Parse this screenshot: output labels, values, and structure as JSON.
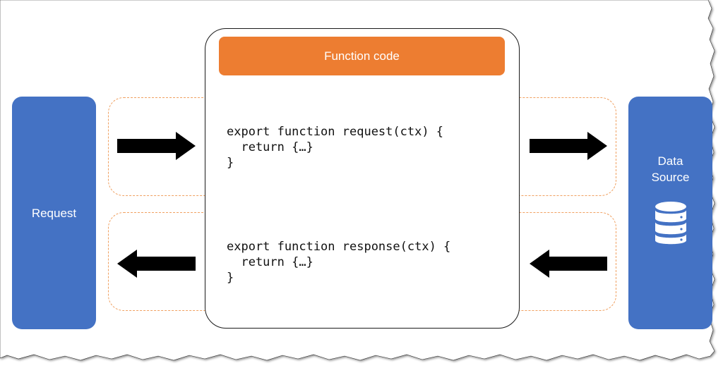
{
  "diagram": {
    "function_code": {
      "title": "Function code"
    },
    "request": {
      "label": "Request"
    },
    "data_source": {
      "label_line1": "Data",
      "label_line2": "Source",
      "icon": "database-icon"
    },
    "request_handler": {
      "line1": "export function request(ctx) {",
      "line2": "  return {…}",
      "line3": "}"
    },
    "response_handler": {
      "line1": "export function response(ctx) {",
      "line2": "  return {…}",
      "line3": "}"
    },
    "colors": {
      "endpoint_fill": "#4472c4",
      "header_fill": "#ed7d31",
      "dashed_border": "#f0a060",
      "arrow": "#000000"
    }
  }
}
